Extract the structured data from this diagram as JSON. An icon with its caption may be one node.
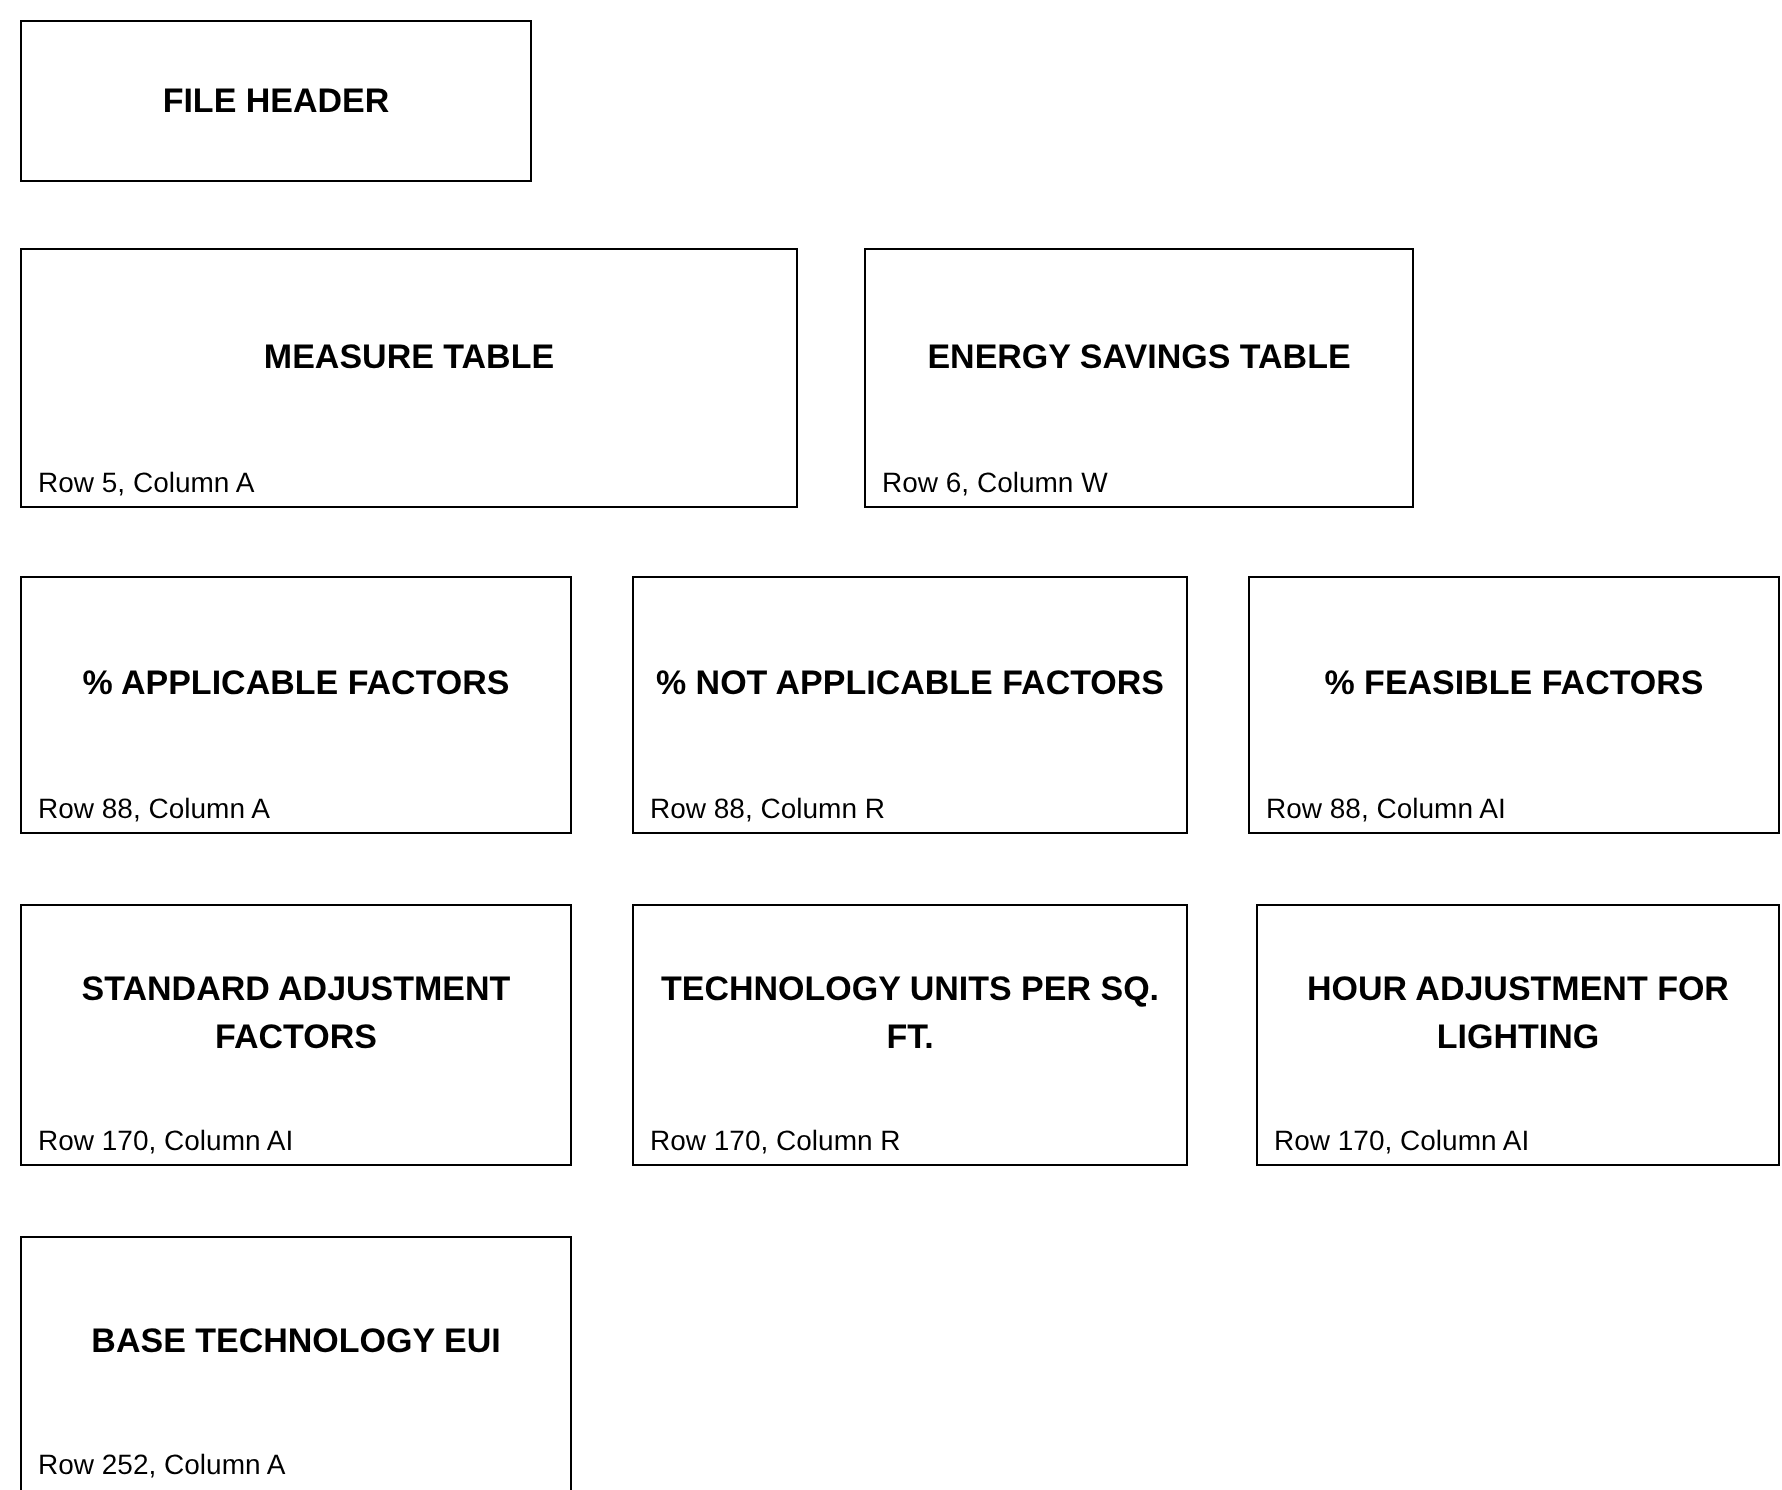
{
  "diagram": {
    "nodes": [
      {
        "text": [
          "FILE HEADER"
        ]
      },
      {
        "text": [
          "MEASURE TABLE",
          "Row 5, Column A"
        ]
      },
      {
        "text": [
          "ENERGY SAVINGS TABLE",
          "Row 6, Column W"
        ]
      },
      {
        "text": [
          "% APPLICABLE FACTORS",
          "Row 88, Column A"
        ]
      },
      {
        "text": [
          "% NOT APPLICABLE FACTORS",
          "Row 88, Column R"
        ]
      },
      {
        "text": [
          "% FEASIBLE FACTORS",
          "Row 88, Column AI"
        ]
      },
      {
        "text": [
          "STANDARD ADJUSTMENT FACTORS",
          "Row 170, Column AI"
        ]
      },
      {
        "text": [
          "TECHNOLOGY UNITS PER SQ. FT.",
          "Row 170, Column R"
        ]
      },
      {
        "text": [
          "HOUR ADJUSTMENT FOR LIGHTING",
          "Row 170, Column AI"
        ]
      },
      {
        "text": [
          "BASE TECHNOLOGY EUI",
          "Row 252, Column A"
        ]
      }
    ]
  }
}
